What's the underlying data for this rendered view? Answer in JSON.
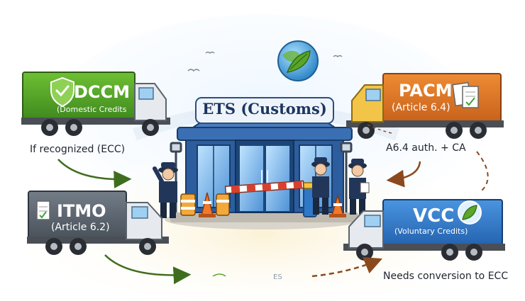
{
  "building": {
    "sign": "ETS (Customs)"
  },
  "trucks": {
    "dccm": {
      "title": "DCCM",
      "subtitle": "(Domestic Credits"
    },
    "pacm": {
      "title": "PACM",
      "subtitle": "(Article 6.4)"
    },
    "itmo": {
      "title": "ITMO",
      "subtitle": "(Article 6.2)"
    },
    "vcc": {
      "title": "VCC",
      "subtitle": "(Voluntary Credits)"
    }
  },
  "annotations": {
    "if_recognized": "If recognized (ECC)",
    "a64_auth": "A6.4 auth. + CA",
    "needs_conversion": "Needs conversion to ECC",
    "ground_mark": "ES"
  },
  "colors": {
    "dccm": "#5aa52a",
    "pacm": "#e07a2a",
    "itmo": "#5d6670",
    "vcc": "#2f78c8",
    "building": "#2c5d9e",
    "arrow_solid": "#3f6d1e",
    "arrow_dashed": "#8a4a1e"
  },
  "icons": [
    "shield-check-icon",
    "globe-leaf-icon",
    "leaf-icon",
    "document-icon",
    "barrier-icon",
    "traffic-cone-icon"
  ]
}
